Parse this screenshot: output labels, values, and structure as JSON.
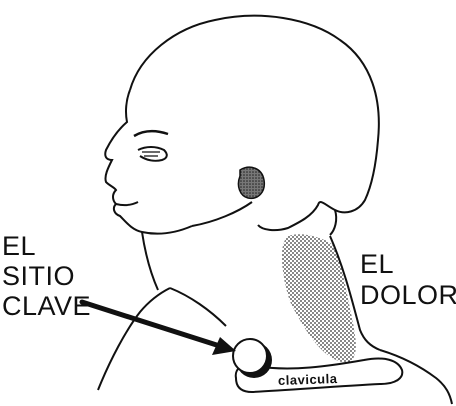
{
  "labels": {
    "key_site": [
      "EL",
      "SITIO",
      "CLAVE"
    ],
    "pain": [
      "EL",
      "DOLOR"
    ],
    "clavicle": "clavicula"
  }
}
